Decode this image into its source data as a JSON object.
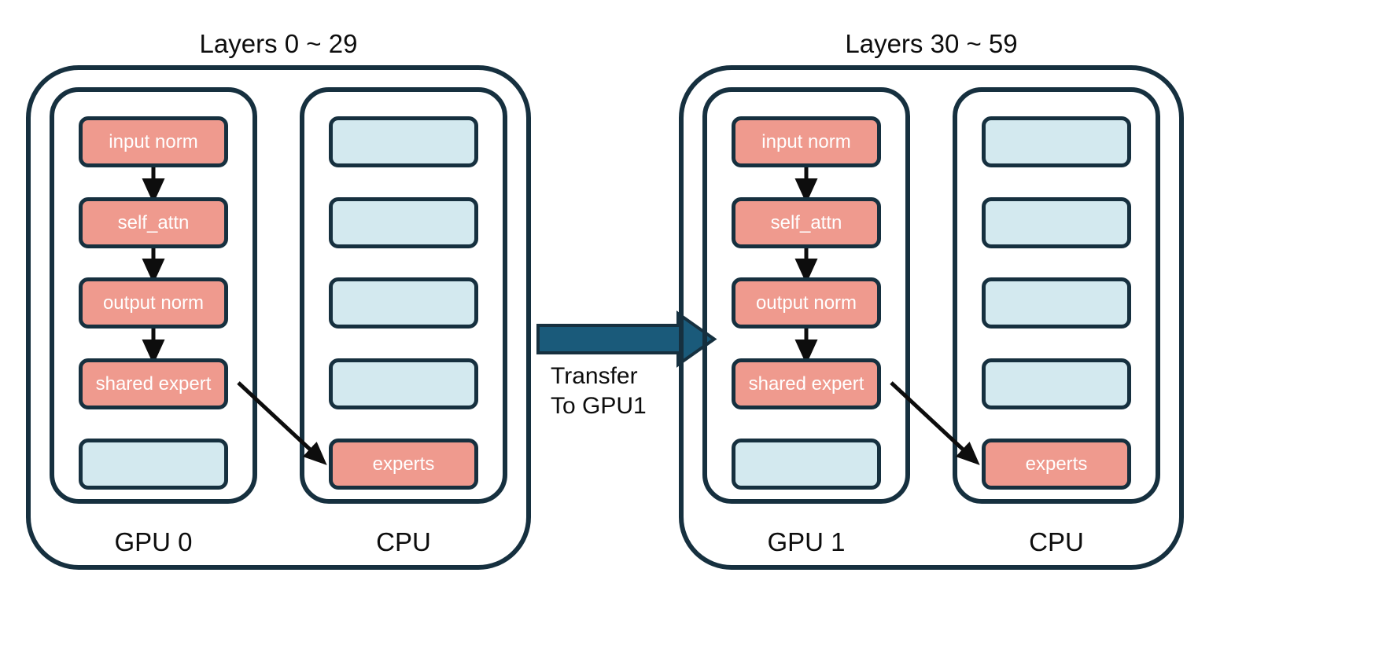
{
  "figure": {
    "type": "architecture-diagram",
    "background_color": "#ffffff",
    "colors": {
      "stroke": "#16303f",
      "gpu_block": "#ef9a8e",
      "cpu_block": "#d3e9ef",
      "transfer_arrow": "#1a5a7a",
      "block_text": "#ffffff",
      "label_text": "#0d0d0d"
    }
  },
  "panels": [
    {
      "title": "Layers 0 ~ 29",
      "gpu": {
        "label": "GPU 0",
        "blocks": [
          {
            "text": "input norm",
            "color": "salmon"
          },
          {
            "text": "self_attn",
            "color": "salmon"
          },
          {
            "text": "output norm",
            "color": "salmon"
          },
          {
            "text": "shared expert",
            "color": "salmon"
          },
          {
            "text": "",
            "color": "blue"
          }
        ]
      },
      "cpu": {
        "label": "CPU",
        "blocks": [
          {
            "text": "",
            "color": "blue"
          },
          {
            "text": "",
            "color": "blue"
          },
          {
            "text": "",
            "color": "blue"
          },
          {
            "text": "",
            "color": "blue"
          },
          {
            "text": "experts",
            "color": "salmon"
          }
        ]
      }
    },
    {
      "title": "Layers 30 ~ 59",
      "gpu": {
        "label": "GPU 1",
        "blocks": [
          {
            "text": "input norm",
            "color": "salmon"
          },
          {
            "text": "self_attn",
            "color": "salmon"
          },
          {
            "text": "output norm",
            "color": "salmon"
          },
          {
            "text": "shared expert",
            "color": "salmon"
          },
          {
            "text": "",
            "color": "blue"
          }
        ]
      },
      "cpu": {
        "label": "CPU",
        "blocks": [
          {
            "text": "",
            "color": "blue"
          },
          {
            "text": "",
            "color": "blue"
          },
          {
            "text": "",
            "color": "blue"
          },
          {
            "text": "",
            "color": "blue"
          },
          {
            "text": "experts",
            "color": "salmon"
          }
        ]
      }
    }
  ],
  "transfer": {
    "label": "Transfer\nTo GPU1"
  }
}
